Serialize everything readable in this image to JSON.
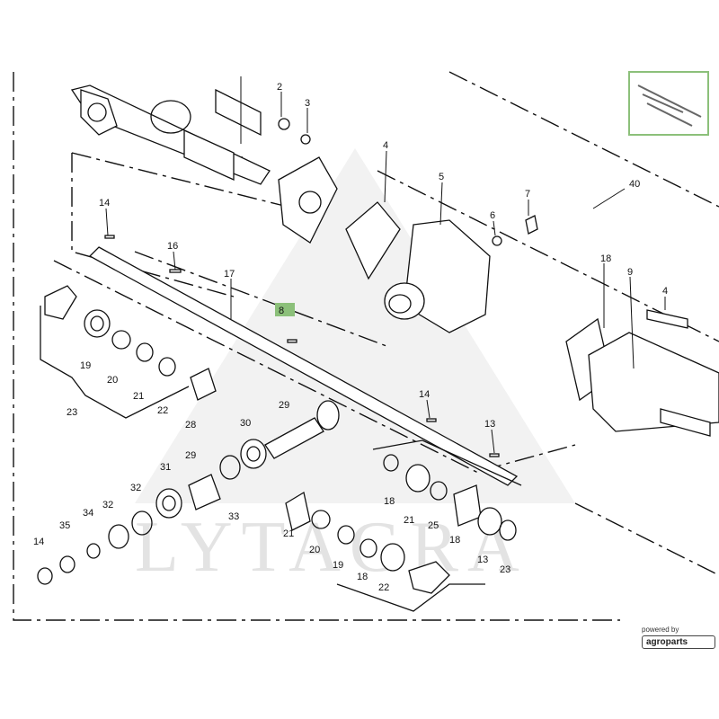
{
  "diagram": {
    "callouts": [
      "2",
      "3",
      "4",
      "5",
      "6",
      "7",
      "40",
      "14",
      "16",
      "17",
      "8",
      "9",
      "4",
      "18",
      "19",
      "20",
      "21",
      "22",
      "23",
      "28",
      "29",
      "30",
      "29",
      "31",
      "32",
      "32",
      "33",
      "34",
      "35",
      "14",
      "14",
      "13",
      "18",
      "21",
      "25",
      "18",
      "13",
      "23",
      "21",
      "20",
      "19",
      "18",
      "22"
    ],
    "highlighted_callout": "17",
    "highlight_color": "#8cc07a",
    "watermark": "LYTAGRA",
    "branding": {
      "powered_by": "powered by",
      "logo": "agroparts"
    }
  }
}
